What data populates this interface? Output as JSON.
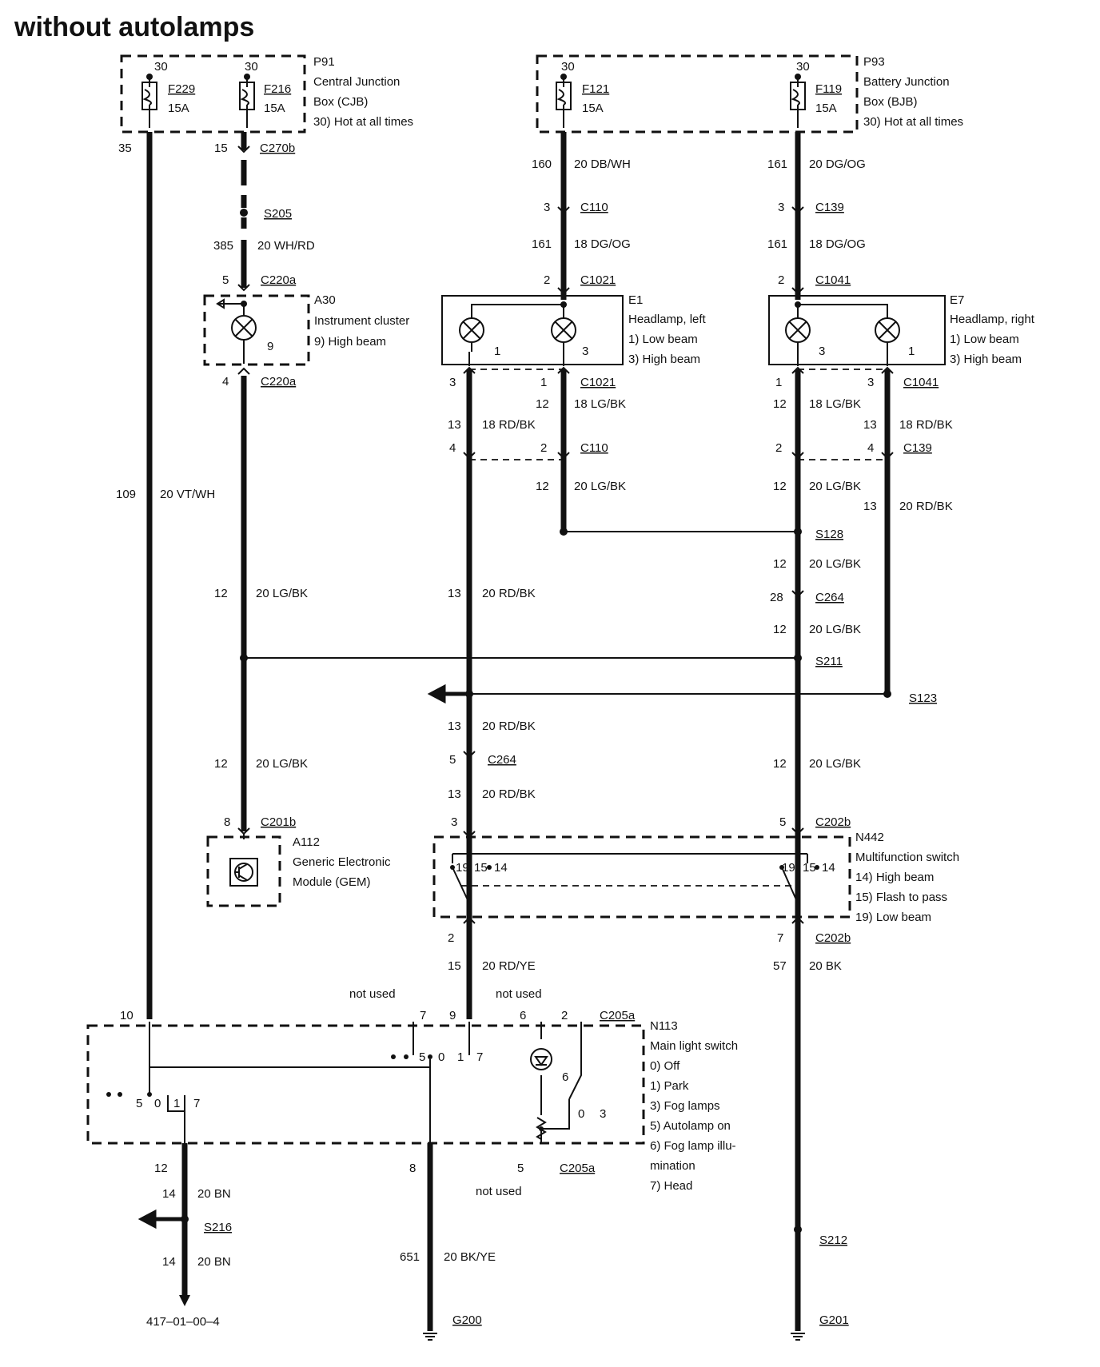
{
  "title": "without autolamps",
  "figure_id": "417–01–00–4",
  "components": {
    "p91": {
      "ref": "P91",
      "lines": [
        "Central Junction",
        "Box (CJB)",
        "30)  Hot at all times"
      ]
    },
    "p93": {
      "ref": "P93",
      "lines": [
        "Battery Junction",
        "Box (BJB)",
        "30)  Hot at all times"
      ]
    },
    "a30": {
      "ref": "A30",
      "lines": [
        "Instrument cluster",
        "9)    High beam"
      ]
    },
    "e1": {
      "ref": "E1",
      "lines": [
        "Headlamp, left",
        "1)    Low beam",
        "3)    High beam"
      ]
    },
    "e7": {
      "ref": "E7",
      "lines": [
        "Headlamp, right",
        "1)    Low beam",
        "3)    High beam"
      ]
    },
    "a112": {
      "ref": "A112",
      "lines": [
        "Generic Electronic",
        "Module (GEM)"
      ]
    },
    "n442": {
      "ref": "N442",
      "lines": [
        "Multifunction switch",
        "14)  High beam",
        "15)  Flash to pass",
        "19)  Low beam"
      ]
    },
    "n113": {
      "ref": "N113",
      "lines": [
        "Main light switch",
        "0)    Off",
        "1)    Park",
        "3)    Fog lamps",
        "5)    Autolamp on",
        "6)    Fog lamp illu-",
        "        mination",
        "7)    Head"
      ]
    }
  },
  "fuses": [
    {
      "name": "F229",
      "rating": "15A",
      "pin": "30"
    },
    {
      "name": "F216",
      "rating": "15A",
      "pin": "30"
    },
    {
      "name": "F121",
      "rating": "15A",
      "pin": "30"
    },
    {
      "name": "F119",
      "rating": "15A",
      "pin": "30"
    }
  ],
  "connectors": [
    "C270b",
    "S205",
    "C220a",
    "C220a",
    "C110",
    "C1021",
    "C1021",
    "C110",
    "C139",
    "C1041",
    "C1041",
    "C139",
    "S128",
    "C264",
    "S211",
    "S123",
    "C264",
    "C201b",
    "C202b",
    "C202b",
    "C205a",
    "C205a",
    "S216",
    "S212",
    "G200",
    "G201"
  ],
  "circuits": [
    {
      "circuit": "160",
      "wire": "20 DB/WH"
    },
    {
      "circuit": "161",
      "wire": "20 DG/OG"
    },
    {
      "circuit": "161",
      "wire": "18 DG/OG"
    },
    {
      "circuit": "161",
      "wire": "18 DG/OG"
    },
    {
      "circuit": "385",
      "wire": "20 WH/RD"
    },
    {
      "circuit": "109",
      "wire": "20 VT/WH"
    },
    {
      "circuit": "12",
      "wire": "18 LG/BK"
    },
    {
      "circuit": "13",
      "wire": "18 RD/BK"
    },
    {
      "circuit": "12",
      "wire": "18 LG/BK"
    },
    {
      "circuit": "13",
      "wire": "18 RD/BK"
    },
    {
      "circuit": "12",
      "wire": "20 LG/BK"
    },
    {
      "circuit": "12",
      "wire": "20 LG/BK"
    },
    {
      "circuit": "13",
      "wire": "20 RD/BK"
    },
    {
      "circuit": "12",
      "wire": "20 LG/BK"
    },
    {
      "circuit": "12",
      "wire": "20 LG/BK"
    },
    {
      "circuit": "12",
      "wire": "20 LG/BK"
    },
    {
      "circuit": "13",
      "wire": "20 RD/BK"
    },
    {
      "circuit": "13",
      "wire": "20 RD/BK"
    },
    {
      "circuit": "13",
      "wire": "20 RD/BK"
    },
    {
      "circuit": "12",
      "wire": "20 LG/BK"
    },
    {
      "circuit": "12",
      "wire": "20 LG/BK"
    },
    {
      "circuit": "15",
      "wire": "20 RD/YE"
    },
    {
      "circuit": "57",
      "wire": "20 BK"
    },
    {
      "circuit": "14",
      "wire": "20 BN"
    },
    {
      "circuit": "14",
      "wire": "20 BN"
    },
    {
      "circuit": "651",
      "wire": "20 BK/YE"
    }
  ],
  "notes": {
    "not_used": "not used"
  },
  "pins": {
    "p35": "35",
    "p15": "15",
    "p5": "5",
    "p4": "4",
    "p9": "9",
    "p3": "3",
    "p2": "2",
    "p1": "1",
    "p8": "8",
    "p28": "28",
    "p10": "10",
    "p7": "7",
    "p6": "6",
    "p12": "12",
    "p0": "0",
    "p14": "14",
    "p19": "19"
  }
}
